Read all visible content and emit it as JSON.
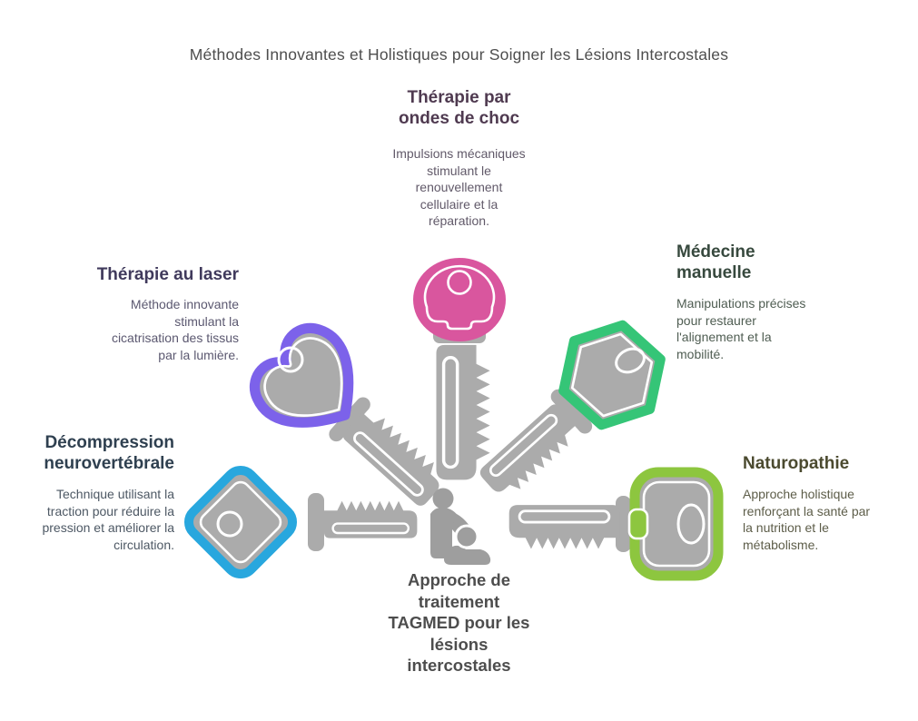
{
  "title": "Méthodes Innovantes et Holistiques pour Soigner les Lésions Intercostales",
  "center": {
    "label": "Approche de\ntraitement\nTAGMED pour les\nlésions\nintercostales",
    "color": "#4d4d4d",
    "icon": "therapist-treating-patient-icon"
  },
  "title_color": "#4d4d4d",
  "colors": {
    "key_gray": "#ababab",
    "person_gray": "#9e9e9e",
    "detail_line": "#ffffff"
  },
  "sections": {
    "shockwave": {
      "heading": "Thérapie par\nondes de choc",
      "body": "Impulsions mécaniques\nstimulant le\nrenouvellement\ncellulaire et la\nréparation.",
      "accent": "#d9569e",
      "heading_color": "#4f3a50",
      "body_color": "#615969",
      "icon": "round-key-icon"
    },
    "laser": {
      "heading": "Thérapie au laser",
      "body": "Méthode innovante\nstimulant la\ncicatrisation des tissus\npar la lumière.",
      "accent": "#7c62ea",
      "heading_color": "#403a5c",
      "body_color": "#5b5870",
      "icon": "heart-key-icon"
    },
    "manual": {
      "heading": "Médecine\nmanuelle",
      "body": "Manipulations précises\npour restaurer\nl'alignement et la\nmobilité.",
      "accent": "#35c577",
      "heading_color": "#37493e",
      "body_color": "#4f5d52",
      "icon": "hexagon-key-icon"
    },
    "decompression": {
      "heading": "Décompression\nneurovertébrale",
      "body": "Technique utilisant la\ntraction pour réduire la\npression et améliorer la\ncirculation.",
      "accent": "#28a7de",
      "heading_color": "#2f4050",
      "body_color": "#4d5864",
      "icon": "diamond-key-icon"
    },
    "naturopathy": {
      "heading": "Naturopathie",
      "body": "Approche holistique\nrenforçant la santé par\nla nutrition et le\nmétabolisme.",
      "accent": "#8dc63f",
      "heading_color": "#4b4a2f",
      "body_color": "#5d5d49",
      "icon": "barrel-key-icon"
    }
  }
}
